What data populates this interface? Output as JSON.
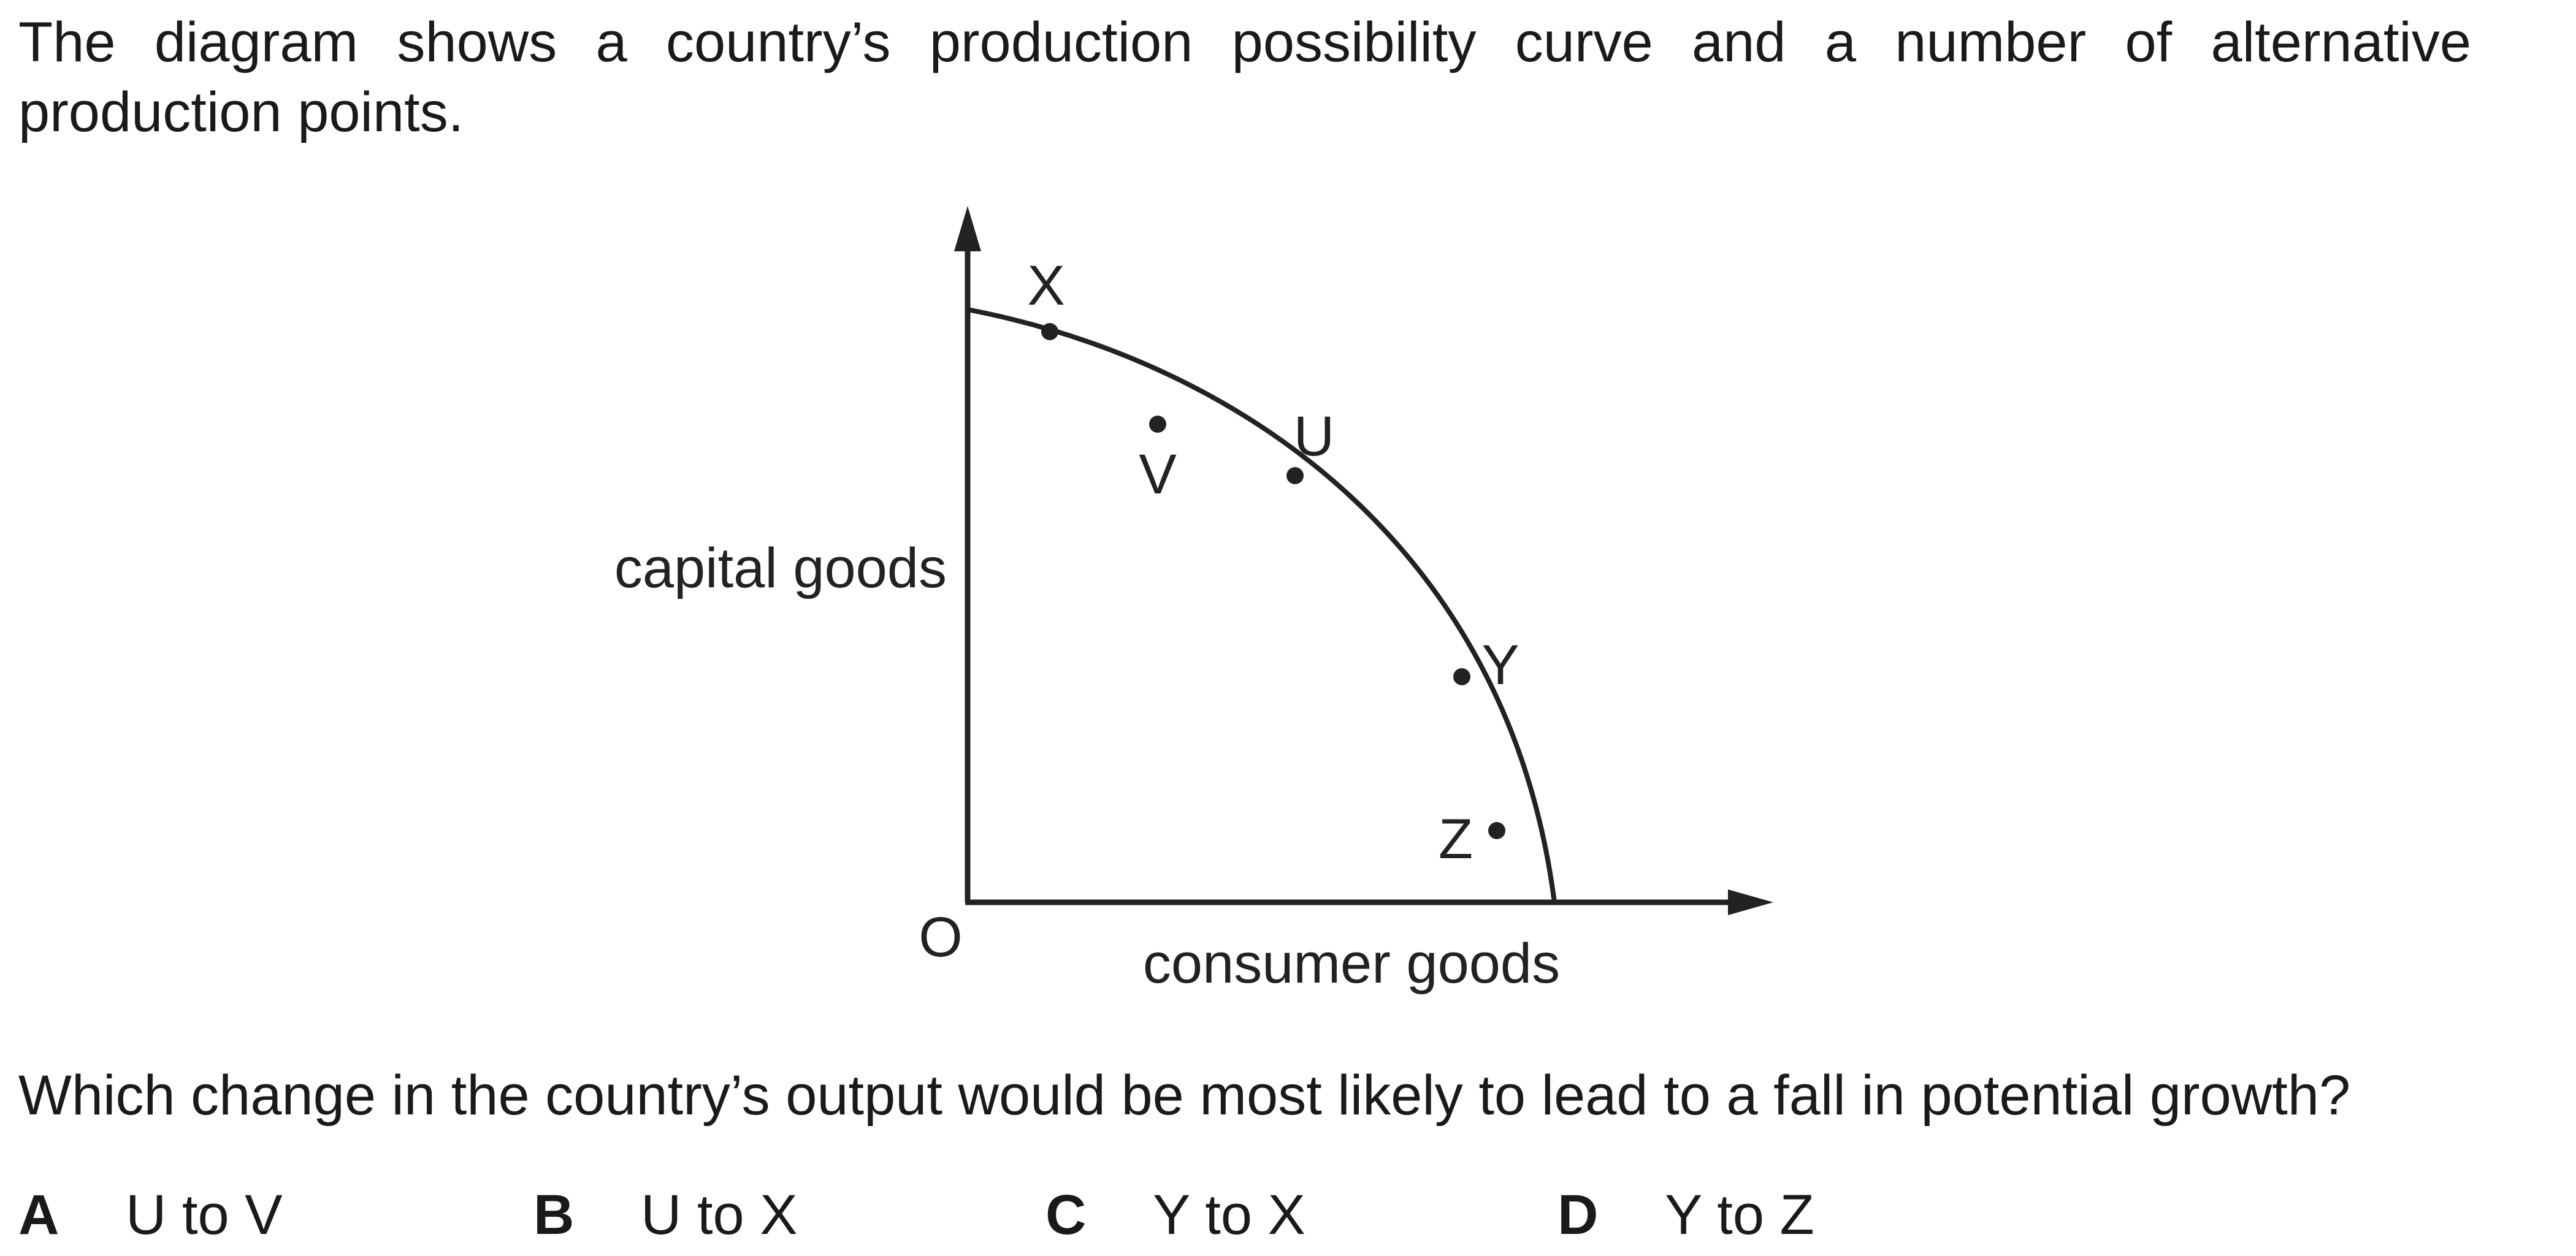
{
  "question": {
    "intro": "The diagram shows a country’s production possibility curve and a number of alternative production points.",
    "prompt": "Which change in the country’s output would be most likely to lead to a fall in potential growth?"
  },
  "diagram": {
    "y_axis_label": "capital goods",
    "x_axis_label": "consumer goods",
    "origin_label": "O",
    "points": {
      "x": "X",
      "u": "U",
      "v": "V",
      "y": "Y",
      "z": "Z"
    }
  },
  "options": [
    {
      "letter": "A",
      "text": "U to V"
    },
    {
      "letter": "B",
      "text": "U to X"
    },
    {
      "letter": "C",
      "text": "Y to X"
    },
    {
      "letter": "D",
      "text": "Y to Z"
    }
  ]
}
